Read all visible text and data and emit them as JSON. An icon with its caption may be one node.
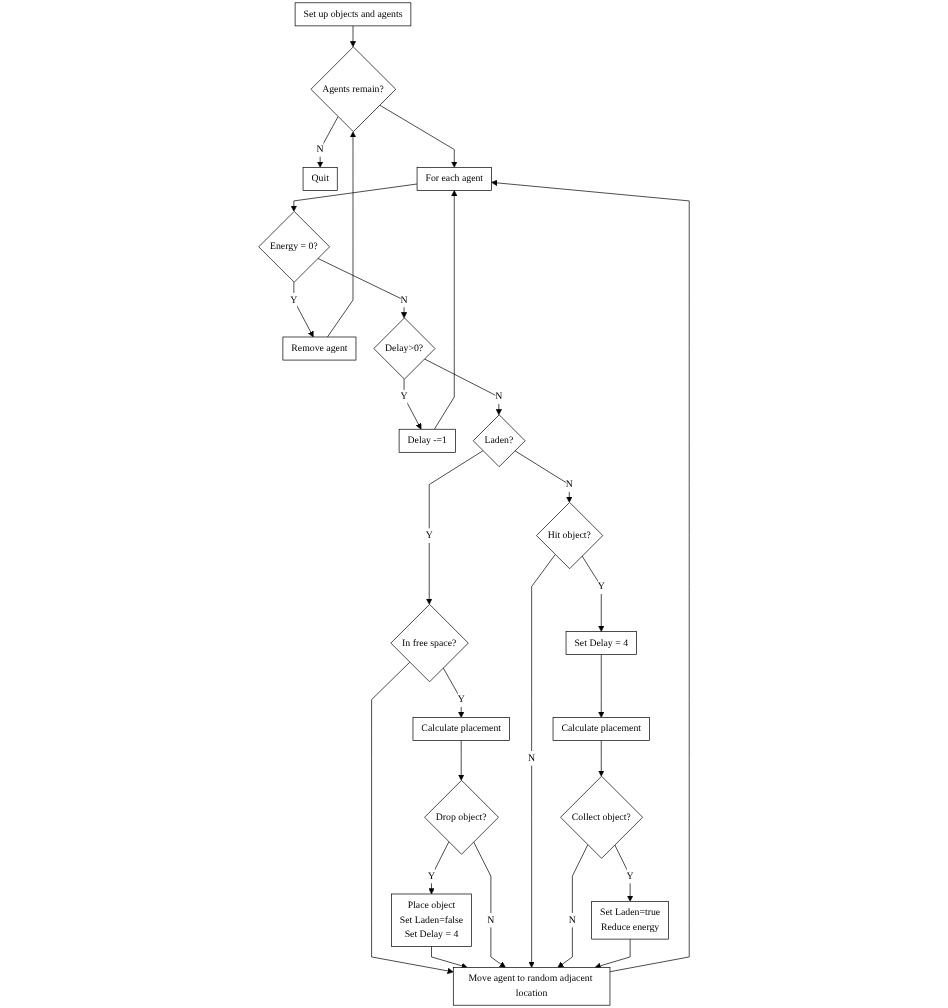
{
  "diagram": {
    "nodes": [
      {
        "text": [
          "Set up objects and agents"
        ]
      },
      {
        "text": [
          "Agents remain?"
        ]
      },
      {
        "text": [
          "Quit"
        ]
      },
      {
        "text": [
          "For each agent"
        ]
      },
      {
        "text": [
          "Energy = 0?"
        ]
      },
      {
        "text": [
          "Remove agent"
        ]
      },
      {
        "text": [
          "Delay -=1"
        ]
      },
      {
        "text": [
          "Delay>0?"
        ]
      },
      {
        "text": [
          "Laden?"
        ]
      },
      {
        "text": [
          "Hit object?"
        ]
      },
      {
        "text": [
          "Set Delay = 4"
        ]
      },
      {
        "text": [
          "Calculate placement"
        ]
      },
      {
        "text": [
          "In free space?"
        ]
      },
      {
        "text": [
          "Calculate placement"
        ]
      },
      {
        "text": [
          "Collect object?"
        ]
      },
      {
        "text": [
          "Drop object?"
        ]
      },
      {
        "text": [
          "Set Laden=true",
          "Reduce energy"
        ]
      },
      {
        "text": [
          "Place object",
          "Set Laden=false",
          "Set Delay = 4"
        ]
      },
      {
        "text": [
          "Move agent to random adjacent location"
        ]
      }
    ],
    "edges": [
      {
        "from": 0,
        "to": 1,
        "arrow": "to"
      },
      {
        "from": 1,
        "to": 2,
        "label": "N",
        "arrow": "to"
      },
      {
        "from": 1,
        "to": 3,
        "arrow": "to"
      },
      {
        "from": 3,
        "to": 4,
        "arrow": "to"
      },
      {
        "from": 4,
        "to": 5,
        "label": "Y",
        "arrow": "to"
      },
      {
        "from": 5,
        "to": 1,
        "arrow": "to"
      },
      {
        "from": 4,
        "to": 7,
        "label": "N",
        "arrow": "to"
      },
      {
        "from": 7,
        "to": 6,
        "label": "Y",
        "arrow": "to"
      },
      {
        "from": 6,
        "to": 3,
        "arrow": "to"
      },
      {
        "from": 7,
        "to": 8,
        "label": "N",
        "arrow": "to"
      },
      {
        "from": 8,
        "to": 9,
        "label": "N",
        "arrow": "to"
      },
      {
        "from": 9,
        "to": 10,
        "label": "Y",
        "arrow": "to"
      },
      {
        "from": 10,
        "to": 11,
        "arrow": "to"
      },
      {
        "from": 11,
        "to": 14,
        "arrow": "to"
      },
      {
        "from": 14,
        "to": 16,
        "label": "Y",
        "arrow": "to"
      },
      {
        "from": 8,
        "to": 12,
        "label": "Y",
        "arrow": "to"
      },
      {
        "from": 12,
        "to": 13,
        "label": "Y",
        "arrow": "to"
      },
      {
        "from": 13,
        "to": 15,
        "arrow": "to"
      },
      {
        "from": 15,
        "to": 17,
        "label": "Y",
        "arrow": "to"
      },
      {
        "from": 12,
        "to": 18,
        "arrow": "to"
      },
      {
        "from": 17,
        "to": 18,
        "arrow": "to"
      },
      {
        "from": 15,
        "to": 18,
        "label": "N",
        "arrow": "to"
      },
      {
        "from": 9,
        "to": 18,
        "label": "N",
        "arrow": "to"
      },
      {
        "from": 14,
        "to": 18,
        "label": "N",
        "arrow": "to"
      },
      {
        "from": 16,
        "to": 18,
        "arrow": "to"
      },
      {
        "from": 18,
        "to": 3,
        "arrow": "to"
      }
    ]
  }
}
